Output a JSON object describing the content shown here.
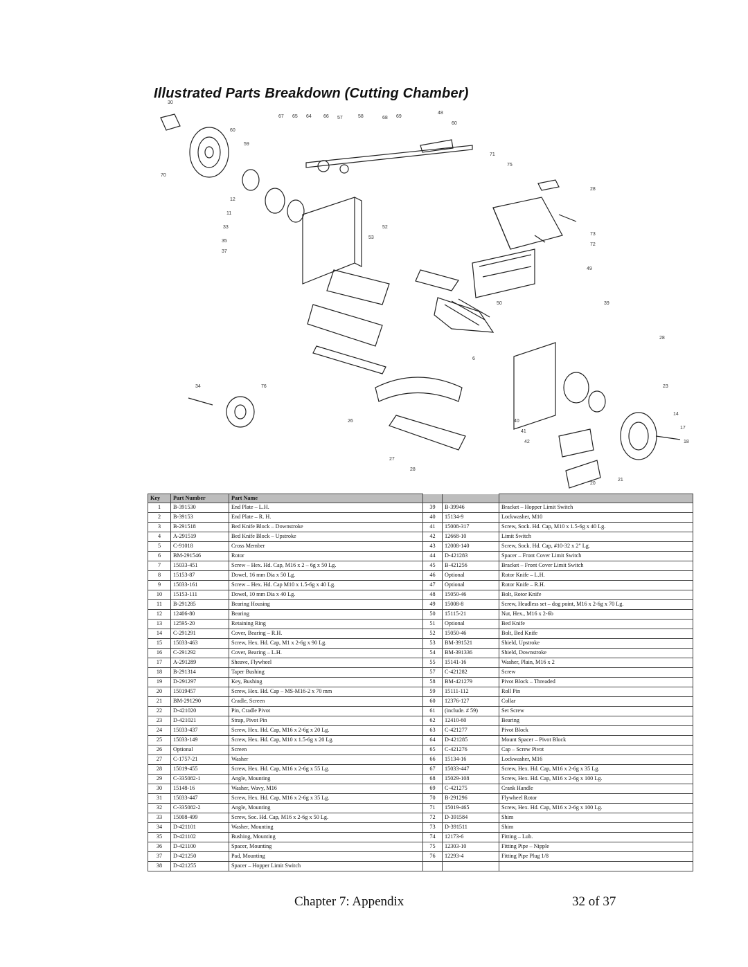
{
  "title": "Illustrated Parts Breakdown (Cutting Chamber)",
  "table": {
    "headers": [
      "Key",
      "Part Number",
      "Part Name"
    ],
    "rows": [
      {
        "key": "1",
        "pn": "B-391530",
        "name": "End Plate – L.H.",
        "key2": "39",
        "pn2": "B-39946",
        "name2": "Bracket – Hopper Limit Switch"
      },
      {
        "key": "2",
        "pn": "B-39153",
        "name": "End Plate – R. H.",
        "key2": "40",
        "pn2": "15134-9",
        "name2": "Lockwasher, M10"
      },
      {
        "key": "3",
        "pn": "B-291518",
        "name": "Bed Knife Block – Downstroke",
        "key2": "41",
        "pn2": "15008-317",
        "name2": "Screw, Sock. Hd. Cap, M10 x 1.5-6g x 40 Lg."
      },
      {
        "key": "4",
        "pn": "A-291519",
        "name": "Bed Knife Block – Upstroke",
        "key2": "42",
        "pn2": "12668-10",
        "name2": "Limit Switch"
      },
      {
        "key": "5",
        "pn": "C-91018",
        "name": "Cross Member",
        "key2": "43",
        "pn2": "12008-140",
        "name2": "Screw, Sock. Hd. Cap, #10-32 x 2\" Lg."
      },
      {
        "key": "6",
        "pn": "BM-291546",
        "name": "Rotor",
        "key2": "44",
        "pn2": "D-421283",
        "name2": "Spacer – Front Cover Limit Switch"
      },
      {
        "key": "7",
        "pn": "15033-451",
        "name": "Screw – Hex. Hd. Cap, M16 x 2 – 6g x 50 Lg.",
        "key2": "45",
        "pn2": "B-421256",
        "name2": "Bracket – Front Cover Limit Switch"
      },
      {
        "key": "8",
        "pn": "15153-87",
        "name": "Dowel, 16 mm Dia x 50 Lg.",
        "key2": "46",
        "pn2": "Optional",
        "name2": "Rotor Knife – L.H."
      },
      {
        "key": "9",
        "pn": "15033-161",
        "name": "Screw – Hex. Hd. Cap M10 x 1.5-6g x 40 Lg.",
        "key2": "47",
        "pn2": "Optional",
        "name2": "Rotor Knife – R.H."
      },
      {
        "key": "10",
        "pn": "15153-111",
        "name": "Dowel, 10 mm Dia x 40 Lg.",
        "key2": "48",
        "pn2": "15050-46",
        "name2": "Bolt, Rotor Knife"
      },
      {
        "key": "11",
        "pn": "B-291285",
        "name": "Bearing Housing",
        "key2": "49",
        "pn2": "15008-8",
        "name2": "Screw, Headless set – dog point, M16 x 2-6g x 70 Lg."
      },
      {
        "key": "12",
        "pn": "12406-80",
        "name": "Bearing",
        "key2": "50",
        "pn2": "15115-21",
        "name2": "Nut, Hex., M16 x 2-6b"
      },
      {
        "key": "13",
        "pn": "12595-20",
        "name": "Retaining Ring",
        "key2": "51",
        "pn2": "Optional",
        "name2": "Bed Knife"
      },
      {
        "key": "14",
        "pn": "C-291291",
        "name": "Cover, Bearing – R.H.",
        "key2": "52",
        "pn2": "15050-46",
        "name2": "Bolt, Bed Knife"
      },
      {
        "key": "15",
        "pn": "15033-463",
        "name": "Screw, Hex. Hd. Cap, M1 x 2-6g x 90 Lg.",
        "key2": "53",
        "pn2": "BM-391521",
        "name2": "Shield, Upstroke"
      },
      {
        "key": "16",
        "pn": "C-291292",
        "name": "Cover, Bearing – L.H.",
        "key2": "54",
        "pn2": "BM-391336",
        "name2": "Shield, Downstroke"
      },
      {
        "key": "17",
        "pn": "A-291289",
        "name": "Sheave, Flywheel",
        "key2": "55",
        "pn2": "15141-16",
        "name2": "Washer, Plain, M16 x 2"
      },
      {
        "key": "18",
        "pn": "B-291314",
        "name": "Taper Bushing",
        "key2": "57",
        "pn2": "C-421282",
        "name2": "Screw"
      },
      {
        "key": "19",
        "pn": "D-291297",
        "name": "Key, Bushing",
        "key2": "58",
        "pn2": "BM-421279",
        "name2": "Pivot Block – Threaded"
      },
      {
        "key": "20",
        "pn": "15019457",
        "name": "Screw, Hex. Hd. Cap – MS-M16-2 x 70 mm",
        "key2": "59",
        "pn2": "15111-112",
        "name2": "Roll Pin"
      },
      {
        "key": "21",
        "pn": "BM-291290",
        "name": "Cradle, Screen",
        "key2": "60",
        "pn2": "12376-127",
        "name2": "Collar"
      },
      {
        "key": "22",
        "pn": "D-421020",
        "name": "Pin, Cradle Pivot",
        "key2": "61",
        "pn2": "(include. # 59)",
        "name2": "Set Screw"
      },
      {
        "key": "23",
        "pn": "D-421021",
        "name": "Strap, Pivot Pin",
        "key2": "62",
        "pn2": "12410-60",
        "name2": "Bearing"
      },
      {
        "key": "24",
        "pn": "15033-437",
        "name": "Screw, Hex. Hd. Cap, M16 x 2-6g x 20 Lg.",
        "key2": "63",
        "pn2": "C-421277",
        "name2": "Pivot Block"
      },
      {
        "key": "25",
        "pn": "15033-149",
        "name": "Screw, Hex. Hd. Cap, M10 x 1.5-6g x 20 Lg.",
        "key2": "64",
        "pn2": "D-421285",
        "name2": "Mount Spacer – Pivot Block"
      },
      {
        "key": "26",
        "pn": "Optional",
        "name": "Screen",
        "key2": "65",
        "pn2": "C-421276",
        "name2": "Cap – Screw Pivot"
      },
      {
        "key": "27",
        "pn": "C-1757-21",
        "name": "Washer",
        "key2": "66",
        "pn2": "15134-16",
        "name2": "Lockwasher, M16"
      },
      {
        "key": "28",
        "pn": "15019-455",
        "name": "Screw, Hex. Hd. Cap, M16 x 2-6g x 55 Lg.",
        "key2": "67",
        "pn2": "15033-447",
        "name2": "Screw, Hex. Hd. Cap, M16 x 2-6g x 35 Lg."
      },
      {
        "key": "29",
        "pn": "C-335082-1",
        "name": "Angle, Mounting",
        "key2": "68",
        "pn2": "15029-108",
        "name2": "Screw, Hex. Hd. Cap, M16 x 2-6g x 100 Lg."
      },
      {
        "key": "30",
        "pn": "15148-16",
        "name": "Washer, Wavy, M16",
        "key2": "69",
        "pn2": "C-421275",
        "name2": "Crank Handle"
      },
      {
        "key": "31",
        "pn": "15033-447",
        "name": "Screw, Hex. Hd. Cap, M16 x 2-6g x 35 Lg.",
        "key2": "70",
        "pn2": "B-291296",
        "name2": "Flywheel Rotor"
      },
      {
        "key": "32",
        "pn": "C-335082-2",
        "name": "Angle, Mounting",
        "key2": "71",
        "pn2": "15019-465",
        "name2": "Screw, Hex. Hd. Cap, M16 x 2-6g x 100 Lg."
      },
      {
        "key": "33",
        "pn": "15008-499",
        "name": "Screw, Soc. Hd. Cap, M16 x 2-6g x 50 Lg.",
        "key2": "72",
        "pn2": "D-391584",
        "name2": "Shim"
      },
      {
        "key": "34",
        "pn": "D-421101",
        "name": "Washer, Mounting",
        "key2": "73",
        "pn2": "D-391511",
        "name2": "Shim"
      },
      {
        "key": "35",
        "pn": "D-421102",
        "name": "Bushing, Mounting",
        "key2": "74",
        "pn2": "12173-6",
        "name2": "Fitting – Lub."
      },
      {
        "key": "36",
        "pn": "D-421100",
        "name": "Spacer, Mounting",
        "key2": "75",
        "pn2": "12303-10",
        "name2": "Fitting Pipe – Nipple"
      },
      {
        "key": "37",
        "pn": "D-421250",
        "name": "Pad, Mounting",
        "key2": "76",
        "pn2": "12293-4",
        "name2": "Fitting Pipe Plug 1/8"
      },
      {
        "key": "38",
        "pn": "D-421255",
        "name": "Spacer – Hopper Limit Switch",
        "key2": "",
        "pn2": "",
        "name2": ""
      }
    ]
  },
  "footer": {
    "chapter": "Chapter 7: Appendix",
    "page": "32 of 37"
  }
}
